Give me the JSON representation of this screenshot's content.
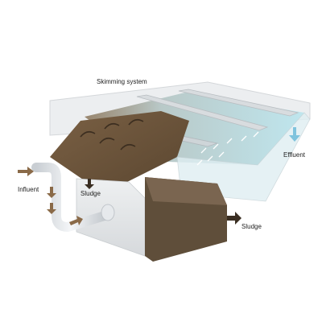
{
  "labels": {
    "skimming_system": "Skimming system",
    "influent": "Influent",
    "sludge_inlet": "Sludge",
    "effluent": "Effluent",
    "sludge_outlet": "Sludge"
  },
  "colors": {
    "sludge": "#6b5338",
    "sludge_dark": "#4a3a28",
    "clear_water": "#bfe6ee",
    "tank_wall": "#e4e6e8",
    "tank_base": "#5f4e3a",
    "pipe": "#e8ebee",
    "arrow": "#8a6a48"
  }
}
